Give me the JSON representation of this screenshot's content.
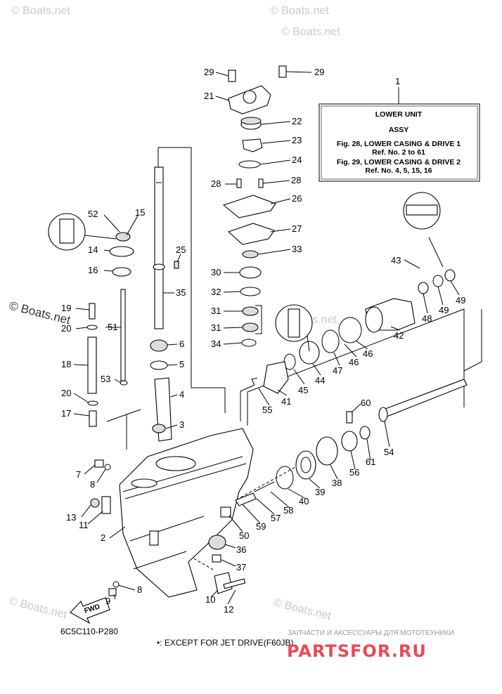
{
  "watermarks": {
    "top_left": "© Boats.net",
    "top_center": "© Boats.net",
    "top_right": "© Boats.net",
    "side": "© Boats.net",
    "mid": "© Boats.net",
    "bottom_left": "© Boats.net",
    "bottom_right": "© Boats.net"
  },
  "legend": {
    "ref": "1",
    "line1": "LOWER  UNIT",
    "line2": "ASSY",
    "line3": "Fig. 28, LOWER CASING & DRIVE 1",
    "line4": "Ref. No. 2 to 61",
    "line5": "Fig. 29, LOWER CASING & DRIVE 2",
    "line6": "Ref. No. 4, 5, 15, 16"
  },
  "callouts": {
    "c29a": "29",
    "c29b": "29",
    "c21": "21",
    "c22": "22",
    "c23": "23",
    "c24": "24",
    "c28a": "28",
    "c28b": "28",
    "c26": "26",
    "c27": "27",
    "c33": "33",
    "c30": "30",
    "c32": "32",
    "c31a": "31",
    "c31b": "31",
    "c34": "34",
    "c52": "52",
    "c15": "15",
    "c14": "14",
    "c16": "16",
    "c25": "25",
    "c35": "35",
    "c19": "19",
    "c20a": "20",
    "c51": "51",
    "c18": "18",
    "c53": "53",
    "c20b": "20",
    "c17": "17",
    "c6": "6",
    "c5": "5",
    "c4": "4",
    "c3": "3",
    "c7": "7",
    "c8a": "8",
    "c13": "13",
    "c11": "11",
    "c2": "2",
    "c8b": "8",
    "c9": "9",
    "c10": "10",
    "c12": "12",
    "c43": "43",
    "c48": "48",
    "c49a": "49",
    "c49b": "49",
    "c42": "42",
    "c46a": "46",
    "c46b": "46",
    "c47": "47",
    "c44": "44",
    "c45": "45",
    "c41": "41",
    "c55": "55",
    "c60": "60",
    "c54": "54",
    "c56": "56",
    "c61": "61",
    "c38": "38",
    "c39": "39",
    "c40": "40",
    "c58": "58",
    "c57": "57",
    "c59": "59",
    "c50": "50",
    "c36": "36",
    "c37": "37"
  },
  "fwd_label": "FWD",
  "diagram_code": "6C5C110-P280",
  "footnote": "•: EXCEPT FOR JET DRIVE(F60JB)",
  "brand": {
    "tagline": "ЗАПЧАСТИ И АКСЕССУАРЫ ДЛЯ МОТОТЕХНИКИ",
    "name": "PARTSFOR.RU"
  },
  "colors": {
    "brand": "#e84b55",
    "watermark": "#c9c9c9",
    "line": "#000000"
  }
}
